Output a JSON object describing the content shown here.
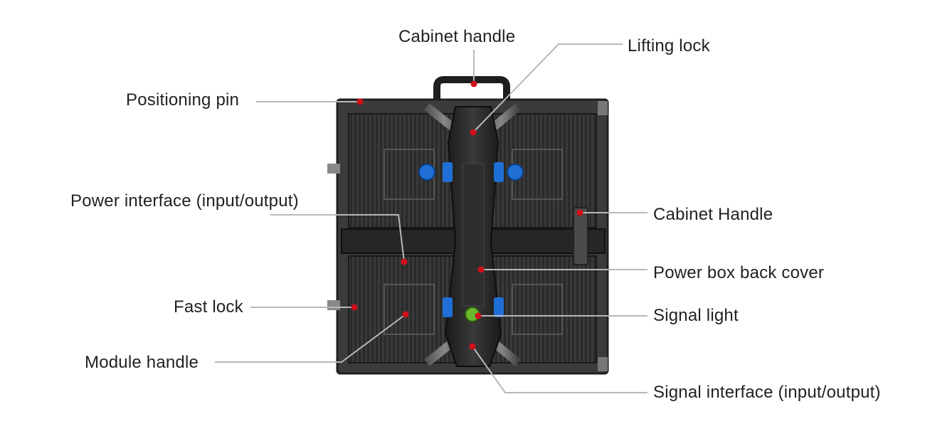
{
  "diagram": {
    "labels": {
      "cabinet_handle_top": "Cabinet handle",
      "lifting_lock": "Lifting lock",
      "positioning_pin": "Positioning pin",
      "power_interface": "Power interface (input/output)",
      "cabinet_handle_side": "Cabinet Handle",
      "power_box_back_cover": "Power box back cover",
      "fast_lock": "Fast lock",
      "signal_light": "Signal light",
      "module_handle": "Module handle",
      "signal_interface": "Signal interface (input/output)"
    },
    "colors": {
      "marker": "#d0101a",
      "leader_line": "#b8b8b8",
      "cabinet_dark": "#2b2b2b",
      "connector_blue": "#1f6fd6",
      "signal_green": "#6ab82e"
    }
  }
}
